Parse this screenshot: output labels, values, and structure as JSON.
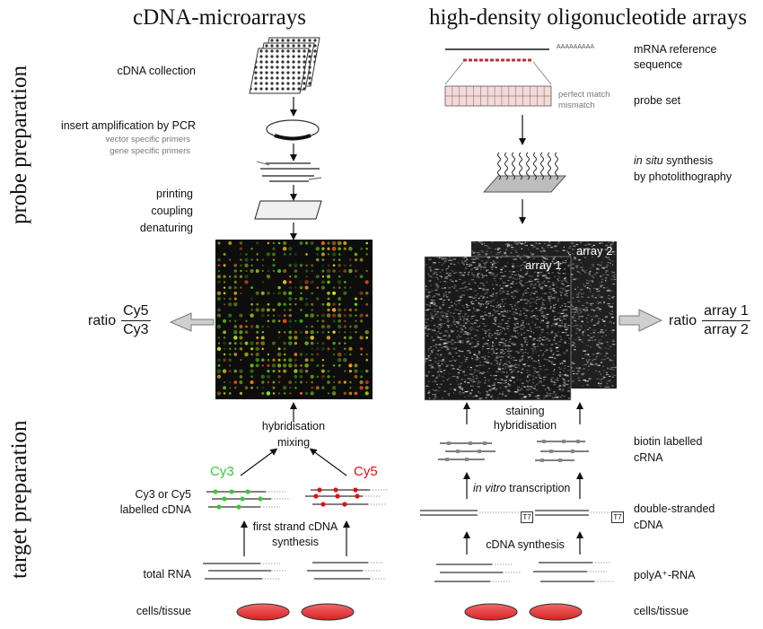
{
  "titles": {
    "left": "cDNA-microarrays",
    "right": "high-density oligonucleotide arrays"
  },
  "sections": {
    "probe": "probe preparation",
    "target": "target preparation"
  },
  "left_probe": {
    "cdna_collection": "cDNA collection",
    "insert_amplification": "insert amplification by PCR",
    "vector_primers": "vector specific primers",
    "gene_primers": "gene specific primers",
    "printing": "printing",
    "coupling": "coupling",
    "denaturing": "denaturing"
  },
  "right_probe": {
    "mrna_ref_line1": "mRNA reference",
    "mrna_ref_line2": "sequence",
    "poly_a": "AAAAAAAAA",
    "perfect_match": "perfect match",
    "mismatch": "mismatch",
    "probe_set": "probe set",
    "in_situ": "in situ",
    "synthesis": " synthesis",
    "photolithography": "by photolithography"
  },
  "arrays": {
    "array1": "array 1",
    "array2": "array 2"
  },
  "ratios": {
    "left_word": "ratio",
    "left_num": "Cy5",
    "left_den": "Cy3",
    "right_word": "ratio",
    "right_num": "array 1",
    "right_den": "array 2"
  },
  "left_target": {
    "hybridisation": "hybridisation",
    "mixing": "mixing",
    "cy3": "Cy3",
    "cy5": "Cy5",
    "labelled_line1": "Cy3 or Cy5",
    "labelled_line2": "labelled cDNA",
    "first_strand_line1": "first strand cDNA",
    "first_strand_line2": "synthesis",
    "total_rna": "total RNA",
    "cells_tissue": "cells/tissue"
  },
  "right_target": {
    "staining": "staining",
    "hybridisation": "hybridisation",
    "biotin_line1": "biotin labelled",
    "biotin_line2": "cRNA",
    "in_vitro": "in vitro",
    "transcription": " transcription",
    "double_line1": "double-stranded",
    "double_line2": "cDNA",
    "t7": "T7",
    "cdna_synthesis": "cDNA synthesis",
    "polya_rna": "polyA⁺-RNA",
    "cells_tissue": "cells/tissue"
  },
  "colors": {
    "cy3_green": "#3ac83a",
    "cy5_red": "#e01010",
    "dish_red": "#e03a3a",
    "array_dark": "#111111"
  }
}
